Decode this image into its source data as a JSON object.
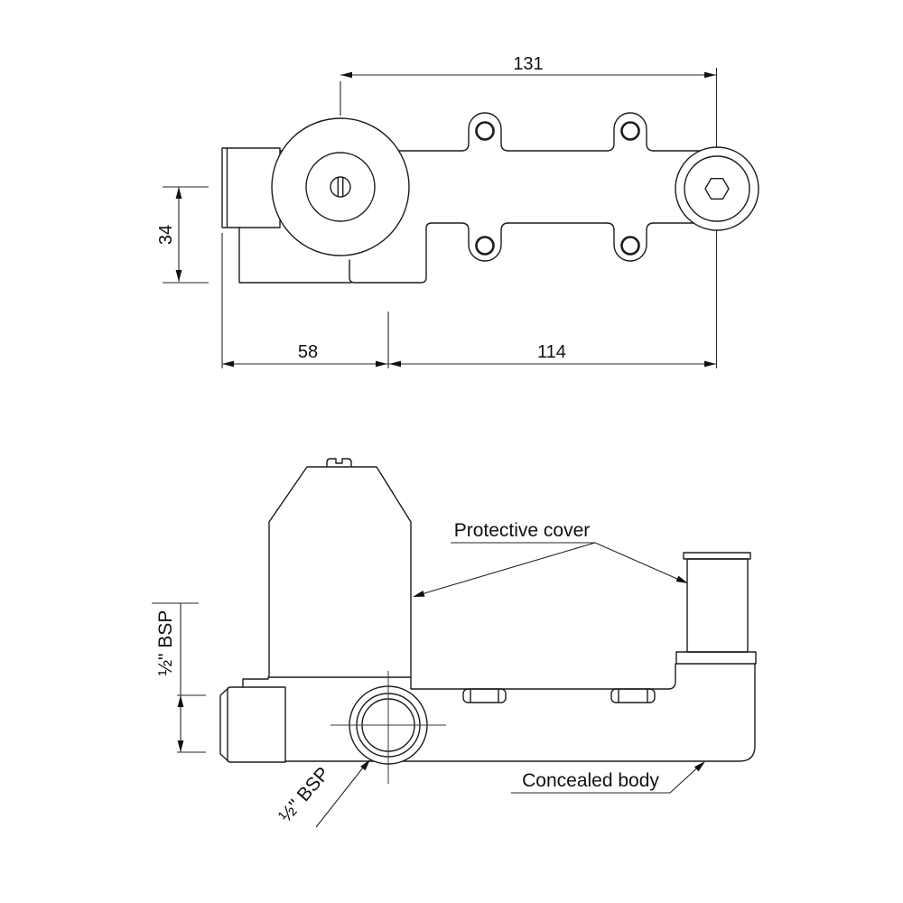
{
  "colors": {
    "line": "#1c1c1c",
    "background": "#ffffff"
  },
  "top_view": {
    "dimensions": {
      "overall_width": "131",
      "height": "34",
      "left_span": "58",
      "right_span": "114"
    }
  },
  "bottom_view": {
    "labels": {
      "protective_cover": "Protective cover",
      "concealed_body": "Concealed body",
      "bsp_side": "½\" BSP",
      "bsp_bottom": "½\" BSP"
    }
  }
}
